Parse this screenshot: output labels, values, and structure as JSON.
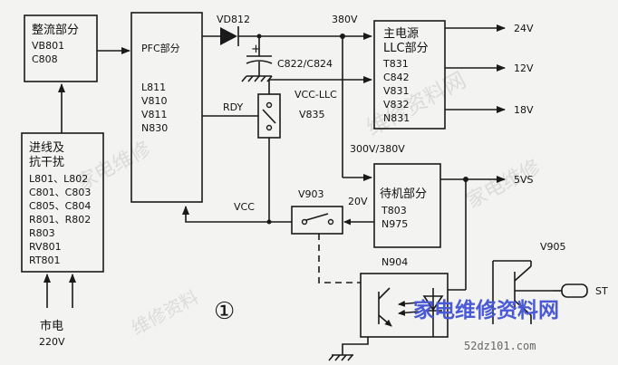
{
  "blocks": {
    "rectifier": {
      "title": "整流部分",
      "lines": [
        "VB801",
        "C808"
      ]
    },
    "input": {
      "title": [
        "进线及",
        "抗干扰"
      ],
      "lines": [
        "L801、L802",
        "C801、C803",
        "C805、C804",
        "R801、R802",
        "R803",
        "RV801",
        "RT801"
      ]
    },
    "pfc": {
      "title": "PFC部分",
      "lines": [
        "L811",
        "V810",
        "V811",
        "N830"
      ]
    },
    "main_power": {
      "title": [
        "主电源",
        "LLC部分"
      ],
      "lines": [
        "T831",
        "C842",
        "V831",
        "V832",
        "N831"
      ]
    },
    "standby": {
      "title": "待机部分",
      "lines": [
        "T803",
        "N975"
      ]
    }
  },
  "labels": {
    "vd812": "VD812",
    "v380": "380V",
    "c822": "C822/C824",
    "rdy": "RDY",
    "vcc_llc": "VCC-LLC",
    "v835": "V835",
    "v300_380": "300V/380V",
    "vcc": "VCC",
    "v903": "V903",
    "v20": "20V",
    "n904": "N904",
    "v905": "V905",
    "st": "ST",
    "mains": [
      "市电",
      "220V"
    ],
    "out_24": "24V",
    "out_12": "12V",
    "out_18": "18V",
    "out_5vs": "5VS",
    "figure_no": "①"
  },
  "watermark": {
    "site_text": "家电维修资料网",
    "site_url": "52dz101.com"
  }
}
